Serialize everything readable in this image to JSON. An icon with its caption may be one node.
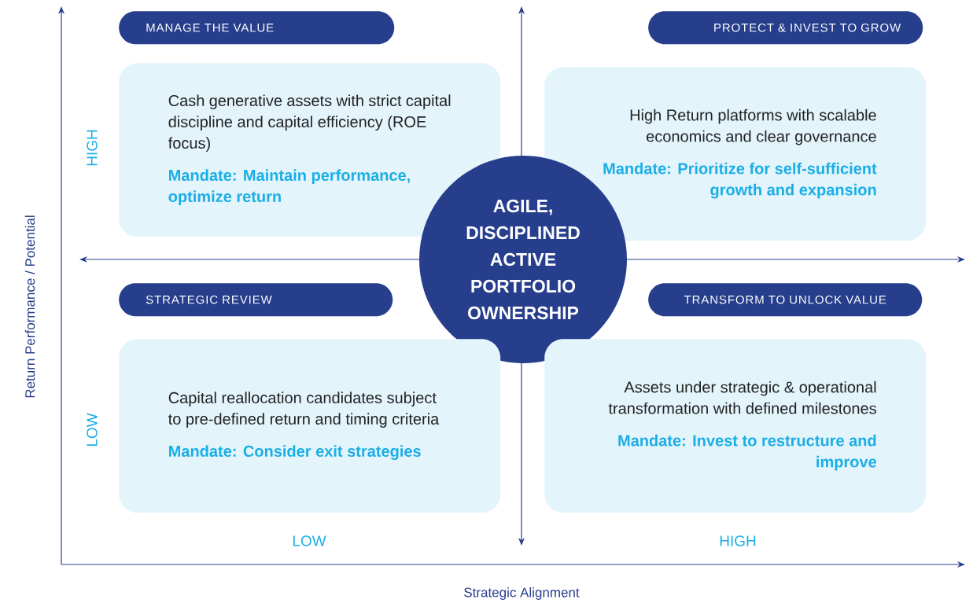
{
  "diagram": {
    "nodes": [
      {
        "text": [
          "MANAGE THE VALUE"
        ]
      },
      {
        "text": [
          "Cash generative assets with strict capital discipline and capital efficiency (ROE focus)",
          "Mandate: Maintain performance, optimize return"
        ]
      },
      {
        "text": [
          "PROTECT & INVEST TO GROW"
        ]
      },
      {
        "text": [
          "High Return platforms with scalable economics and clear governance",
          "Mandate: Prioritize for self-sufficient growth and expansion"
        ]
      },
      {
        "text": [
          "AGILE, DISCIPLINED ACTIVE PORTFOLIO OWNERSHIP"
        ]
      },
      {
        "text": [
          "STRATEGIC REVIEW"
        ]
      },
      {
        "text": [
          "Capital reallocation candidates subject to pre-defined return and timing criteria",
          "Mandate: Consider exit strategies"
        ]
      },
      {
        "text": [
          "TRANSFORM TO UNLOCK VALUE"
        ]
      },
      {
        "text": [
          "Assets under strategic & operational transformation with defined milestones",
          "Mandate: Invest to restructure and improve"
        ]
      }
    ],
    "labels": [
      "HIGH",
      "LOW",
      "Return Performance / Potential",
      "LOW",
      "HIGH",
      "Strategic Alignment"
    ]
  }
}
